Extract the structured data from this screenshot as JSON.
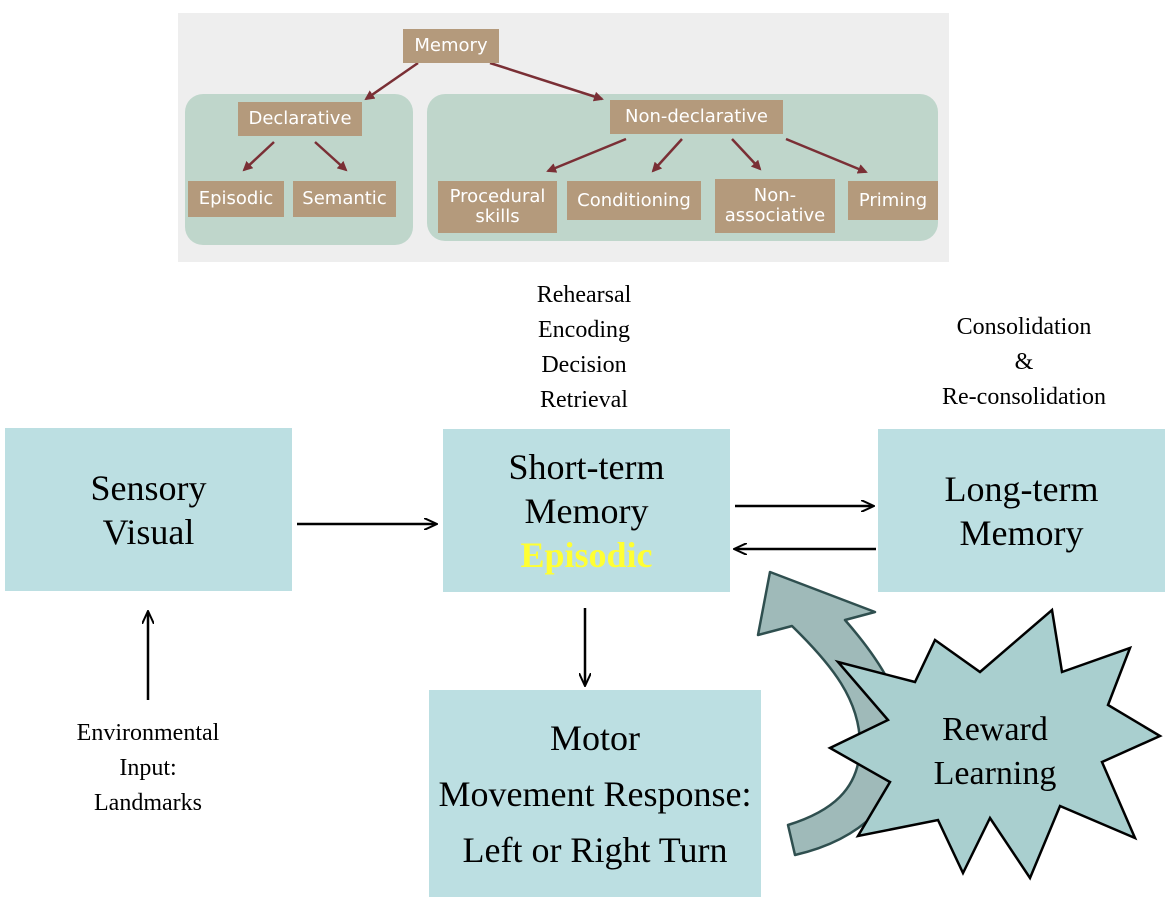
{
  "taxonomy": {
    "root": "Memory",
    "declarative": {
      "label": "Declarative",
      "children": [
        "Episodic",
        "Semantic"
      ]
    },
    "non_declarative": {
      "label": "Non-declarative",
      "children": [
        "Procedural\nskills",
        "Conditioning",
        "Non-\nassociative",
        "Priming"
      ]
    }
  },
  "flow": {
    "sensory": {
      "line1": "Sensory",
      "line2": "Visual"
    },
    "short_term": {
      "line1": "Short-term",
      "line2": "Memory",
      "highlight": "Episodic"
    },
    "long_term": {
      "line1": "Long-term",
      "line2": "Memory"
    },
    "motor": {
      "line1": "Motor",
      "line2": "Movement Response:",
      "line3": "Left or Right Turn"
    },
    "stm_processes": [
      "Rehearsal",
      "Encoding",
      "Decision",
      "Retrieval"
    ],
    "consolidation": [
      "Consolidation",
      "&",
      "Re-consolidation"
    ],
    "environment": [
      "Environmental",
      "Input:",
      "Landmarks"
    ],
    "reward": {
      "line1": "Reward",
      "line2": "Learning"
    }
  },
  "colors": {
    "group_fill": "#bfd6cb",
    "tag_fill": "#b49a7c",
    "tag_arrow": "#7a2f35",
    "box_fill": "#bcdfe2",
    "starburst_fill": "#a9cfcf",
    "curved_arrow_fill": "#9fbab9",
    "highlight_text": "#ffff33"
  }
}
